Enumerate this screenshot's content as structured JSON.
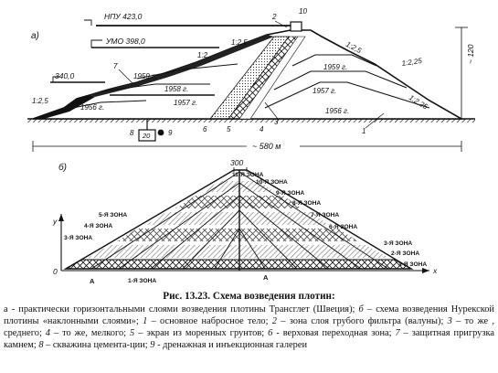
{
  "figure": {
    "panel_a": {
      "letter": "а)",
      "levels": [
        "НПУ 423,0",
        "УМО 398,0",
        "340,0"
      ],
      "slopes": [
        "1:2,5",
        "1:2",
        "1:2,5",
        "1:2,5",
        "1:2,25",
        "1:2,25"
      ],
      "years": [
        "1959 г.",
        "1958 г.",
        "1957 г.",
        "1956 г.",
        "1959 г.",
        "1957 г.",
        "1956 г."
      ],
      "height_dim": "~ 120",
      "width_dim": "~ 580 м",
      "markers": [
        "1",
        "2",
        "3",
        "4",
        "5",
        "6",
        "7",
        "8",
        "9",
        "10"
      ],
      "gallery_dim": "20"
    },
    "panel_b": {
      "letter": "б)",
      "top_dim": "300",
      "zones": [
        "11-Я ЗОНА",
        "10-Я ЗОНА",
        "9-Я ЗОНА",
        "8-Я ЗОНА",
        "7-Я ЗОНА",
        "6-Я ЗОНА",
        "5-Я ЗОНА",
        "4-Я ЗОНА",
        "3-Я ЗОНА",
        "3-Я ЗОНА",
        "2-Я ЗОНА",
        "1-Я ЗОНА",
        "1-Я ЗОНА"
      ],
      "axis_y": "y",
      "axis_x": "x",
      "origin": "0",
      "markers": [
        "A",
        "A"
      ]
    }
  },
  "caption": {
    "title": "Рис. 13.23. Схема возведения плотин:",
    "parts": [
      {
        "t": "а - практически горизонтальными слоями возведения плотины Трансглет (Швеция); ",
        "i": false
      },
      {
        "t": "б",
        "i": true
      },
      {
        "t": " – схема возведения Нурекской плотины «наклонными слоями»; ",
        "i": false
      },
      {
        "t": "1",
        "i": true
      },
      {
        "t": " – основное набросное тело; ",
        "i": false
      },
      {
        "t": "2",
        "i": true
      },
      {
        "t": " – зона слоя грубого фильтра (валуны); ",
        "i": false
      },
      {
        "t": "3",
        "i": true
      },
      {
        "t": " – то же , среднего; ",
        "i": false
      },
      {
        "t": "4",
        "i": true
      },
      {
        "t": " – то же, мелкого; ",
        "i": false
      },
      {
        "t": "5",
        "i": true
      },
      {
        "t": " – экран из моренных грунтов; ",
        "i": false
      },
      {
        "t": "6",
        "i": true
      },
      {
        "t": " - верховая переходная зона; ",
        "i": false
      },
      {
        "t": "7",
        "i": true
      },
      {
        "t": " – защитная пригрузка камнем; ",
        "i": false
      },
      {
        "t": "8",
        "i": true
      },
      {
        "t": " – скважина цемента-ции; ",
        "i": false
      },
      {
        "t": "9",
        "i": true
      },
      {
        "t": " - дренажная и инъекционная галереи",
        "i": false
      }
    ]
  }
}
